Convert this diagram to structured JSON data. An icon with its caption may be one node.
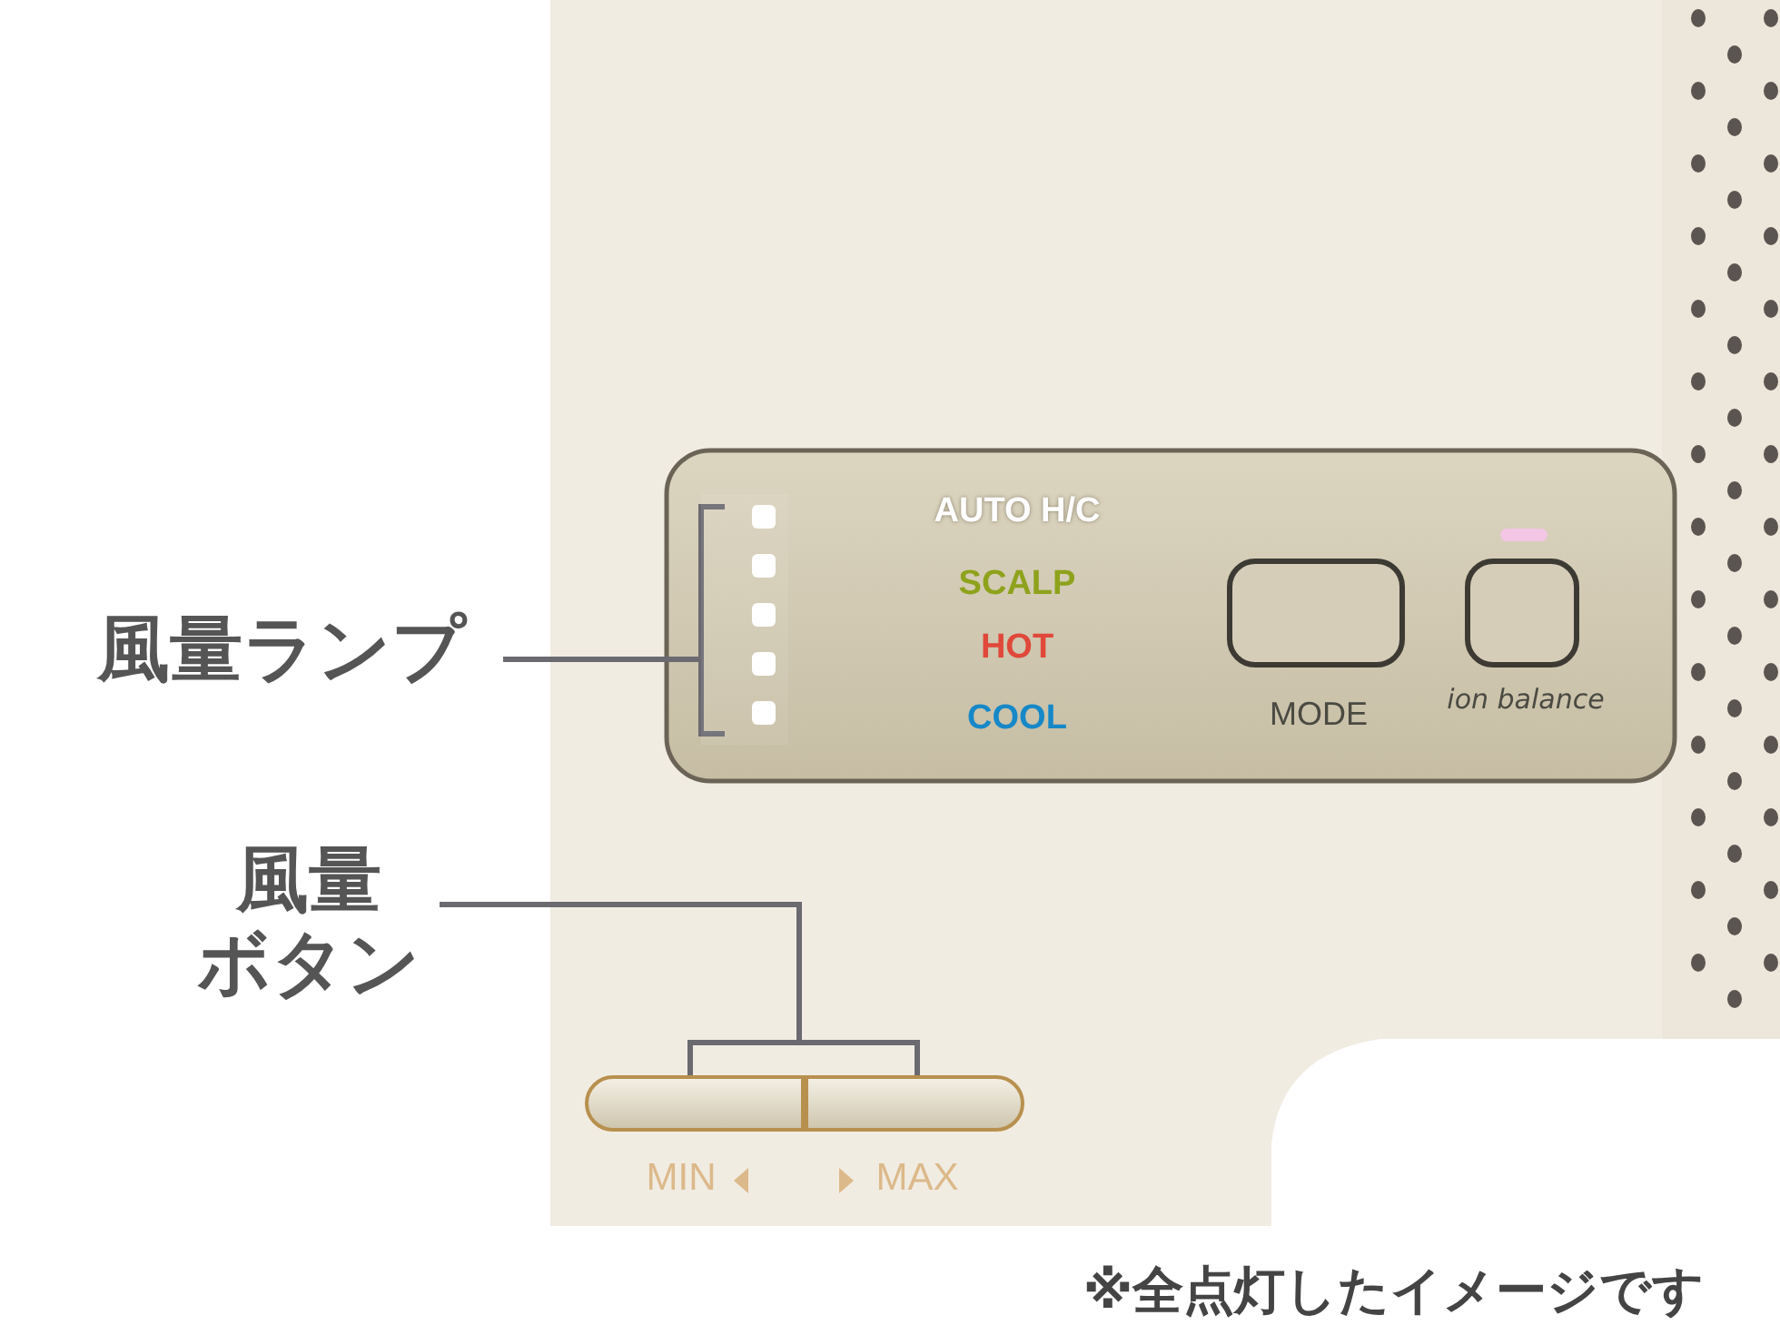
{
  "diagram": {
    "nodes": [
      {
        "text": [
          "風量ランプ"
        ]
      },
      {
        "text": [],
        "shape": "bar"
      },
      {
        "text": [
          "風量ボタン"
        ]
      },
      {
        "text": [],
        "shape": "box"
      },
      {
        "text": [],
        "shape": "box"
      }
    ],
    "edges": [
      {
        "from": 0,
        "to": 1,
        "arrow": "none"
      },
      {
        "from": 2,
        "to": 3,
        "arrow": "none"
      },
      {
        "from": 2,
        "to": 4,
        "arrow": "none"
      }
    ],
    "labels": [
      "AUTO H/C",
      "SCALP",
      "HOT",
      "COOL",
      "MODE",
      "ion balance",
      "MIN",
      "MAX",
      "※全点灯したイメージです"
    ]
  }
}
